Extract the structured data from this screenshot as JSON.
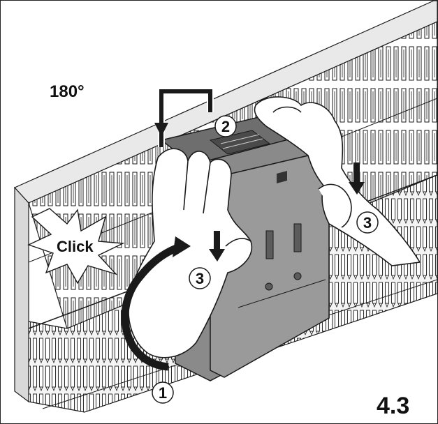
{
  "figure": {
    "rotation_label": "180°",
    "click_label": "Click",
    "step_number": "4.3",
    "callouts": [
      "1",
      "2",
      "3",
      "3"
    ]
  },
  "colors": {
    "line": "#1a1a1a",
    "module_gray": "#8a8a8a",
    "module_dark": "#5c5c5c",
    "rail_light": "#e6e6e6",
    "background": "#ffffff"
  }
}
